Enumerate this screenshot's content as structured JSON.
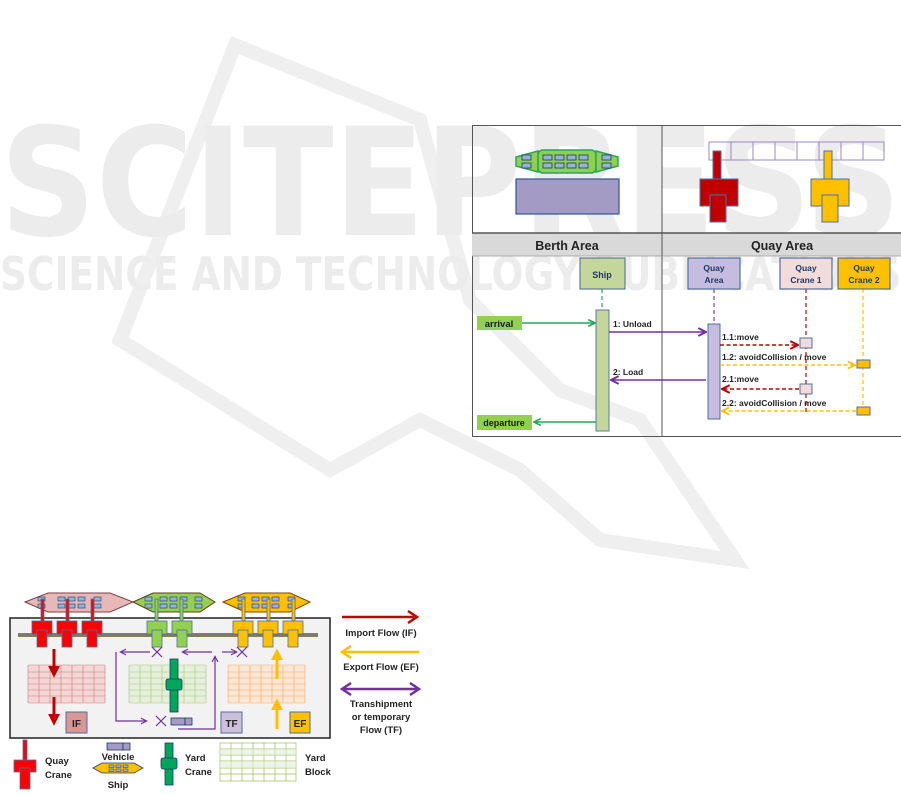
{
  "watermark": {
    "brand": "SCITEPRESS",
    "tagline": "SCIENCE AND TECHNOLOGY PUBLICATIONS"
  },
  "sequence_diagram": {
    "columns": [
      {
        "label": "Berth Area"
      },
      {
        "label": "Quay Area"
      }
    ],
    "lifelines": [
      {
        "label_line1": "Ship",
        "label_line2": "",
        "fill": "#c4d79b",
        "stroke": "#5b7a9c",
        "line_color": "#2aa45a"
      },
      {
        "label_line1": "Quay",
        "label_line2": "Area",
        "fill": "#c5bde0",
        "stroke": "#4f6fa0",
        "line_color": "#7a3fa8"
      },
      {
        "label_line1": "Quay",
        "label_line2": "Crane 1",
        "fill": "#f2dcdb",
        "stroke": "#4f6fa0",
        "line_color": "#c00000"
      },
      {
        "label_line1": "Quay",
        "label_line2": "Crane 2",
        "fill": "#ffc000",
        "stroke": "#4f6fa0",
        "line_color": "#ffc000"
      }
    ],
    "events": [
      {
        "label": "arrival"
      },
      {
        "label": "departure"
      }
    ],
    "messages": [
      {
        "label": "1: Unload",
        "color": "#7030a0"
      },
      {
        "label": "1.1:move",
        "color": "#c00000"
      },
      {
        "label": "1.2: avoidCollision / move",
        "color": "#ffc000"
      },
      {
        "label": "2: Load",
        "color": "#7030a0"
      },
      {
        "label": "2.1:move",
        "color": "#c00000"
      },
      {
        "label": "2.2: avoidCollision / move",
        "color": "#ffc000"
      }
    ]
  },
  "terminal_layout": {
    "flow_boxes": [
      {
        "label": "IF",
        "fill": "#d99694"
      },
      {
        "label": "TF",
        "fill": "#ccc0da"
      },
      {
        "label": "EF",
        "fill": "#ffc000"
      }
    ],
    "legend_bottom": {
      "quay_crane": {
        "line1": "Quay",
        "line2": "Crane"
      },
      "vehicle": "Vehicle",
      "ship": "Ship",
      "yard_crane": {
        "line1": "Yard",
        "line2": "Crane"
      },
      "yard_block": {
        "line1": "Yard",
        "line2": "Block"
      }
    },
    "flow_legend": [
      {
        "label_lines": [
          "Import Flow (IF)"
        ],
        "color": "#c00000",
        "direction": "right"
      },
      {
        "label_lines": [
          "Export Flow (EF)"
        ],
        "color": "#ffc000",
        "direction": "left"
      },
      {
        "label_lines": [
          "Transhipment",
          "or temporary",
          "Flow (TF)"
        ],
        "color": "#7030a0",
        "direction": "both"
      }
    ]
  }
}
